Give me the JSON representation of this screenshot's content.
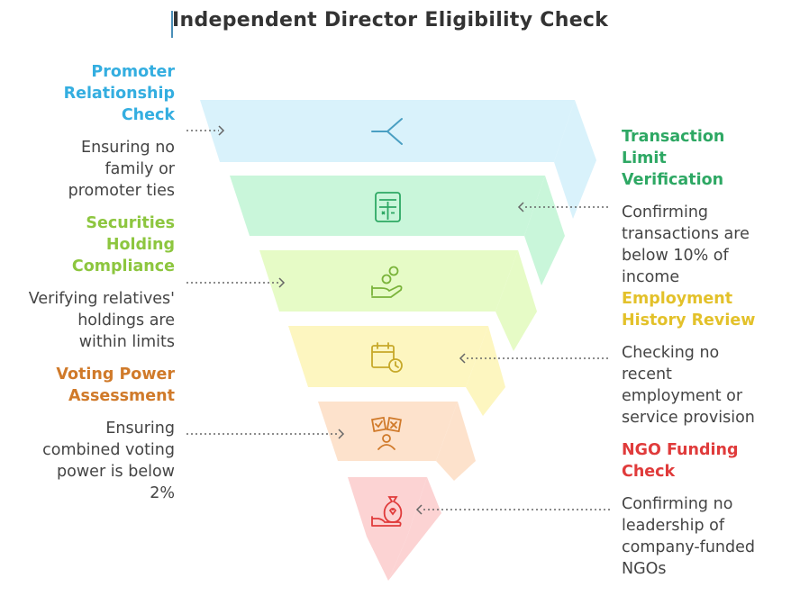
{
  "title": "Independent Director Eligibility Check",
  "colors": {
    "promoter": "#34aee0",
    "transaction": "#2ea864",
    "securities": "#8dc63f",
    "employment": "#e3c12a",
    "voting": "#d07a2a",
    "ngo": "#e03b3b",
    "layer_fills": [
      "#d9f2fb",
      "#c9f6da",
      "#e6fbc6",
      "#fdf6c0",
      "#fde2cc",
      "#fcd3d3"
    ],
    "layer_icons": [
      "#4a9fc2",
      "#2ea864",
      "#7ab33a",
      "#c7a92a",
      "#d07a2a",
      "#e03b3b"
    ]
  },
  "items": {
    "promoter": {
      "title": [
        "Promoter",
        "Relationship",
        "Check"
      ],
      "desc": [
        "Ensuring no",
        "family or",
        "promoter ties"
      ],
      "icon": "split-arrow-icon"
    },
    "transaction": {
      "title": [
        "Transaction",
        "Limit",
        "Verification"
      ],
      "desc": [
        "Confirming",
        "transactions are",
        "below 10% of",
        "income"
      ],
      "icon": "calculator-icon"
    },
    "securities": {
      "title": [
        "Securities",
        "Holding",
        "Compliance"
      ],
      "desc": [
        "Verifying relatives'",
        "holdings are",
        "within limits"
      ],
      "icon": "hand-coins-icon"
    },
    "employment": {
      "title": [
        "Employment",
        "History Review"
      ],
      "desc": [
        "Checking no",
        "recent",
        "employment or",
        "service provision"
      ],
      "icon": "calendar-clock-icon"
    },
    "voting": {
      "title": [
        "Voting Power",
        "Assessment"
      ],
      "desc": [
        "Ensuring",
        "combined voting",
        "power is below",
        "2%"
      ],
      "icon": "voting-icon"
    },
    "ngo": {
      "title": [
        "NGO Funding",
        "Check"
      ],
      "desc": [
        "Confirming no",
        "leadership of",
        "company-funded",
        "NGOs"
      ],
      "icon": "money-bag-hand-icon"
    }
  }
}
